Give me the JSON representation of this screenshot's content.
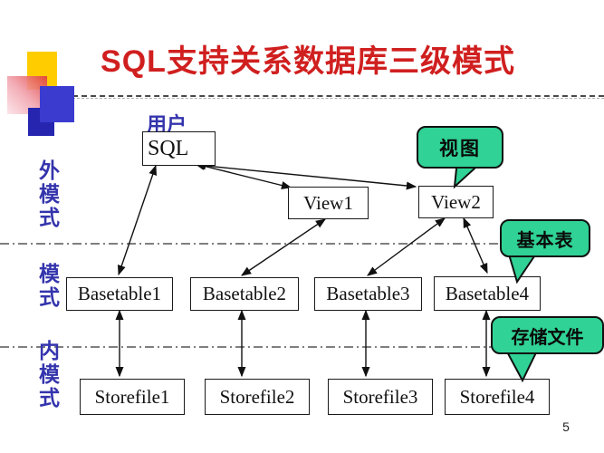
{
  "slide": {
    "title": "SQL支持关系数据库三级模式",
    "page_number": "5"
  },
  "labels": {
    "user": "用户",
    "external_schema": "外模式",
    "middle_schema": "模式",
    "internal_schema": "内模式"
  },
  "callouts": {
    "view": "视图",
    "base_table": "基本表",
    "store_file": "存储文件"
  },
  "nodes": {
    "sql": "SQL",
    "views": [
      "View1",
      "View2"
    ],
    "basetables": [
      "Basetable1",
      "Basetable2",
      "Basetable3",
      "Basetable4"
    ],
    "storefiles": [
      "Storefile1",
      "Storefile2",
      "Storefile3",
      "Storefile4"
    ]
  },
  "colors": {
    "title_red": "#d01f1f",
    "label_blue": "#3434ad",
    "callout_green": "#30d295",
    "decor_yellow": "#ffcc00",
    "decor_blue": "#3b3bd0",
    "box_border": "#1a1a1a"
  }
}
